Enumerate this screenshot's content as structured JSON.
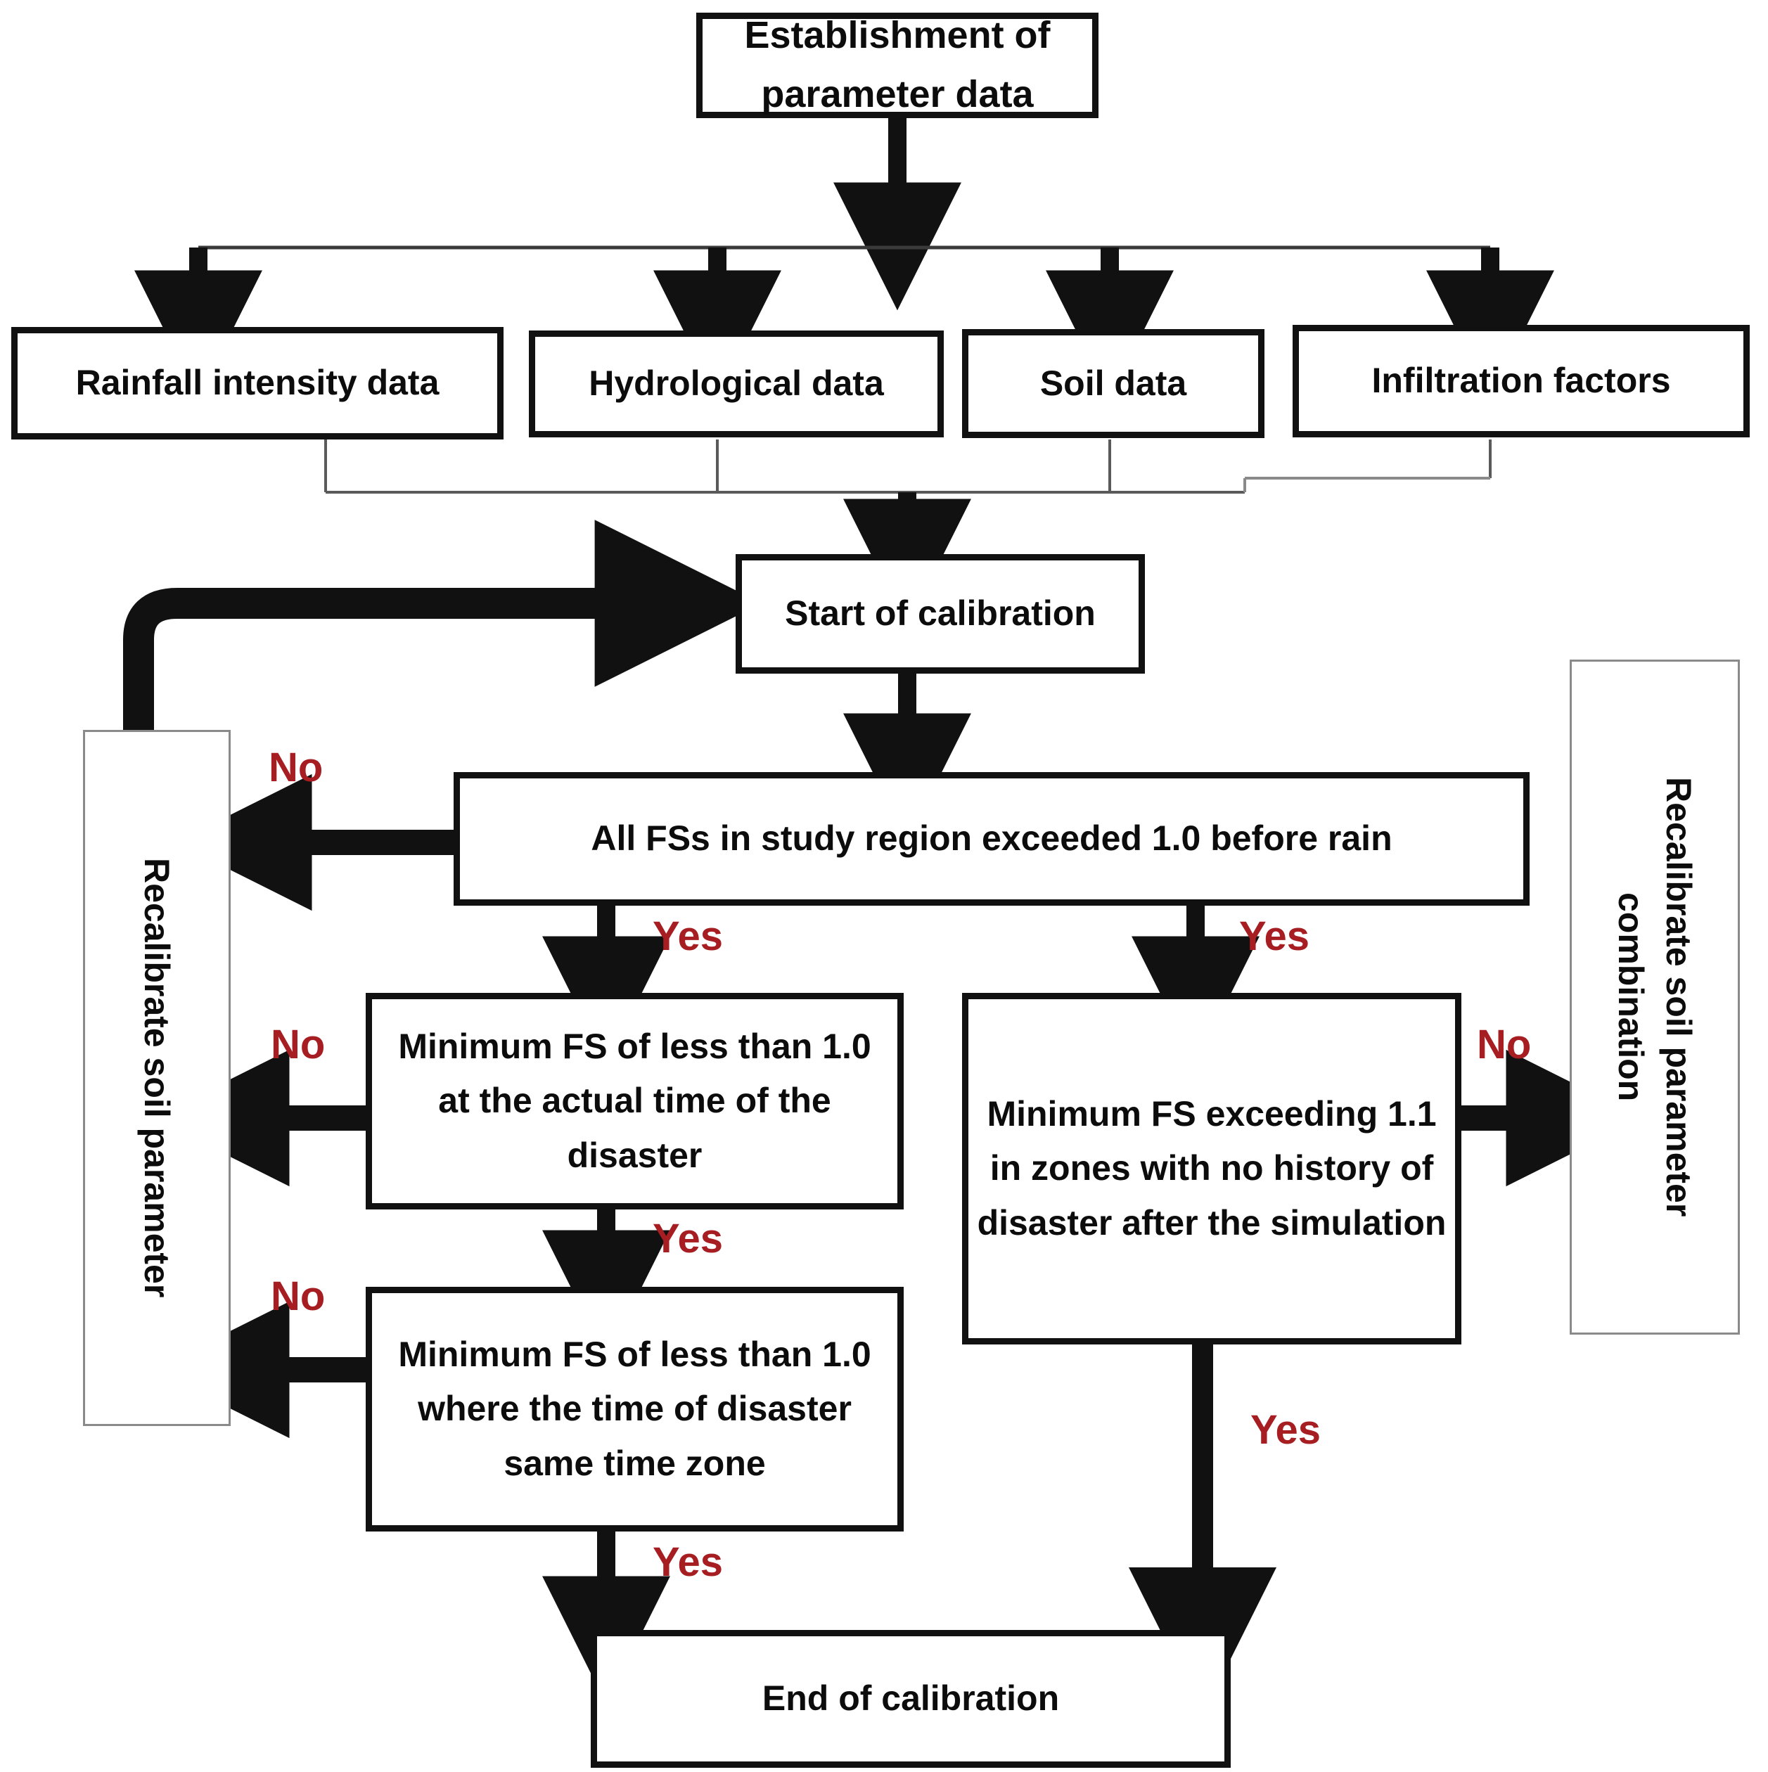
{
  "diagram": {
    "title": "Calibration flowchart",
    "accent_red": "#A61E22",
    "line_black": "#111111",
    "thin_gray": "#8a8a8a"
  },
  "nodes": {
    "establishment": "Establishment of\nparameter data",
    "rainfall": "Rainfall intensity data",
    "hydrological": "Hydrological data",
    "soil": "Soil data",
    "infiltration": "Infiltration factors",
    "start_calibration": "Start of calibration",
    "decision_all_fs": "All FSs in study region exceeded 1.0 before rain",
    "decision_min_fs_actual": "Minimum FS of less than 1.0 at the actual time of the disaster",
    "decision_min_fs_zone": "Minimum FS of less than 1.0 where the time of disaster same time zone",
    "decision_min_fs_exceed": "Minimum FS exceeding 1.1 in zones with no history of disaster after the simulation",
    "recalibrate_soil_parameter": "Recalibrate soil parameter",
    "recalibrate_combination_line1": "Recalibrate soil parameter",
    "recalibrate_combination_line2": "combination",
    "end_calibration": "End of calibration"
  },
  "labels": {
    "no_1": "No",
    "no_2": "No",
    "no_3": "No",
    "no_right": "No",
    "yes_left": "Yes",
    "yes_right": "Yes",
    "yes_mid": "Yes",
    "yes_bottom_left": "Yes",
    "yes_bottom_right": "Yes"
  }
}
